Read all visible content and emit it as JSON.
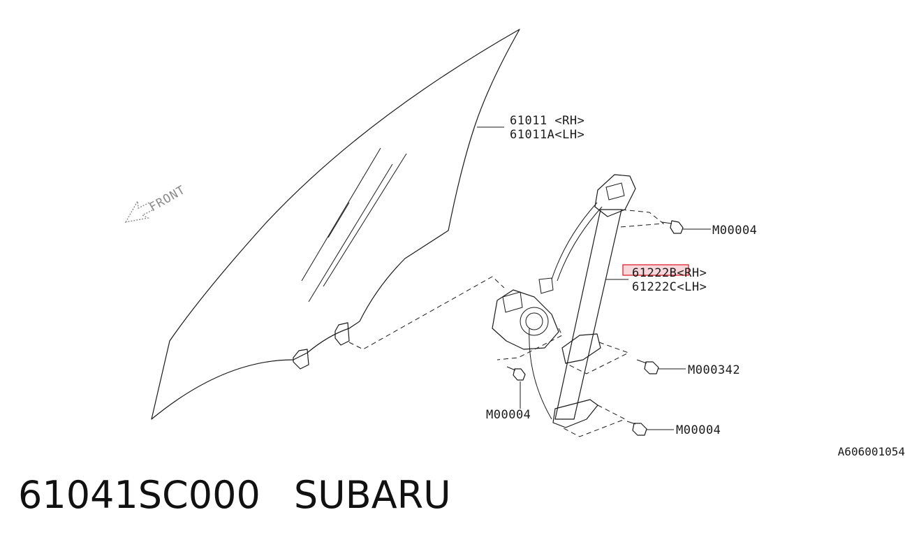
{
  "callouts": {
    "glass_rh": "61011 <RH>",
    "glass_lh": "61011A<LH>",
    "regulator_rh": "61222B<RH>",
    "regulator_lh": "61222C<LH>",
    "bolt_top": "M00004",
    "bolt_mid": "M000342",
    "bolt_bottom_right": "M00004",
    "bolt_bottom_left": "M00004"
  },
  "front_label": "FRONT",
  "diagram_ref": "A606001054",
  "caption": {
    "part_number": "61041SC000",
    "brand": "SUBARU"
  },
  "colors": {
    "line": "#1a1a1a",
    "highlight_fill": "#f6c9cf",
    "highlight_border": "#e0303c",
    "front_marker": "#8a8a8a"
  }
}
